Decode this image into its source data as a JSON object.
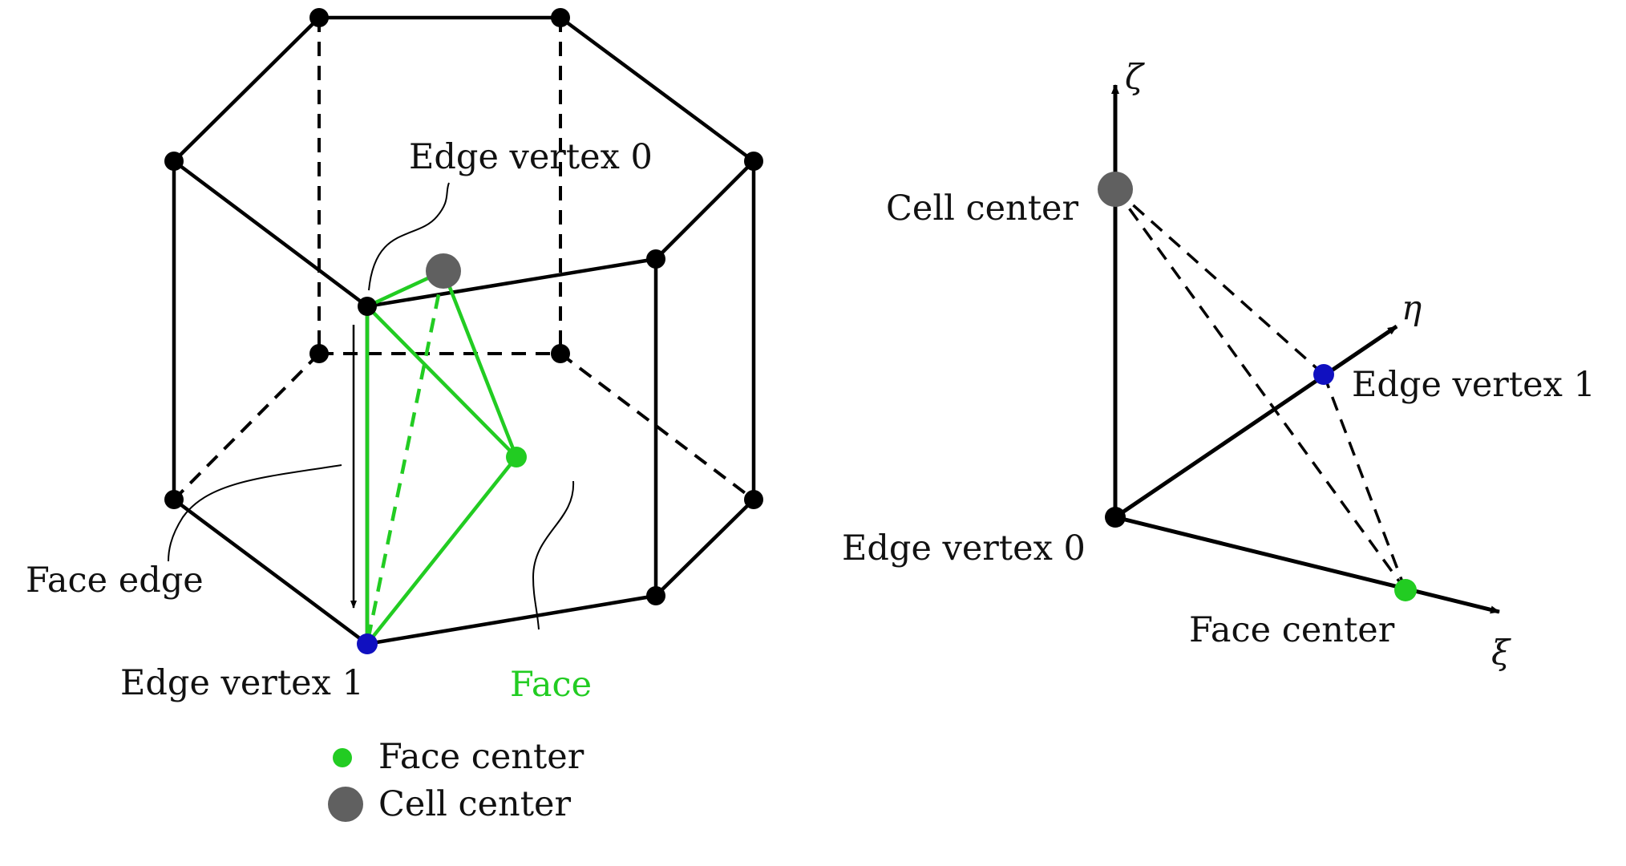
{
  "colors": {
    "line": "#000000",
    "face_green": "#22cc22",
    "cell_gray": "#606060",
    "edge_blue": "#1010c0",
    "vertex_black": "#000000"
  },
  "left": {
    "labels": {
      "edge_vertex_0": "Edge vertex 0",
      "edge_vertex_1": "Edge vertex 1",
      "face_edge": "Face edge",
      "face": "Face"
    },
    "legend": {
      "face_center": "Face center",
      "cell_center": "Cell center"
    }
  },
  "right": {
    "labels": {
      "cell_center": "Cell center",
      "edge_vertex_0": "Edge vertex 0",
      "edge_vertex_1": "Edge vertex 1",
      "face_center": "Face center"
    },
    "axes": {
      "zeta": "ζ",
      "eta": "η",
      "xi": "ξ"
    }
  }
}
